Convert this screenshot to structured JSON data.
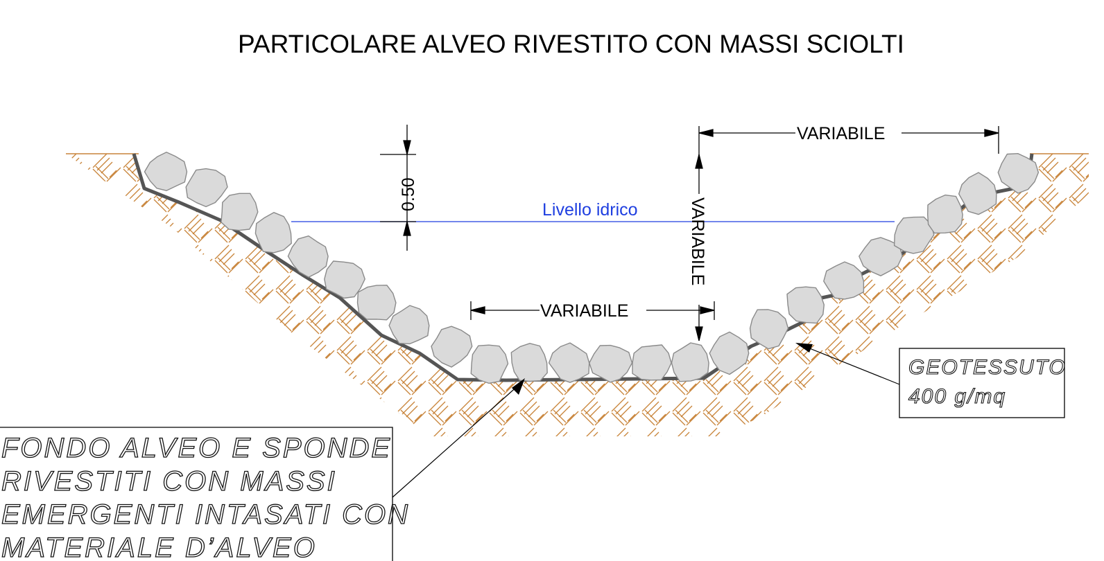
{
  "title": "PARTICOLARE ALVEO RIVESTITO CON MASSI SCIOLTI",
  "water_level_label": "Livello idrico",
  "dimensions": {
    "freeboard": "0.50",
    "top_width": "VARIABILE",
    "depth": "VARIABILE",
    "bottom_width": "VARIABILE"
  },
  "notes": {
    "geotextile": [
      "GEOTESSUTO",
      "400 g/mq"
    ],
    "lining": [
      "FONDO ALVEO E SPONDE",
      "RIVESTITI CON MASSI",
      "EMERGENTI INTASATI CON",
      "MATERIALE D’ALVEO"
    ]
  },
  "colors": {
    "soil_hatch": "#c8843a",
    "boulder_fill": "#dadada",
    "boulder_stroke": "#8a8a8a",
    "geotextile": "#555555",
    "water_line": "#1f3fe0"
  }
}
